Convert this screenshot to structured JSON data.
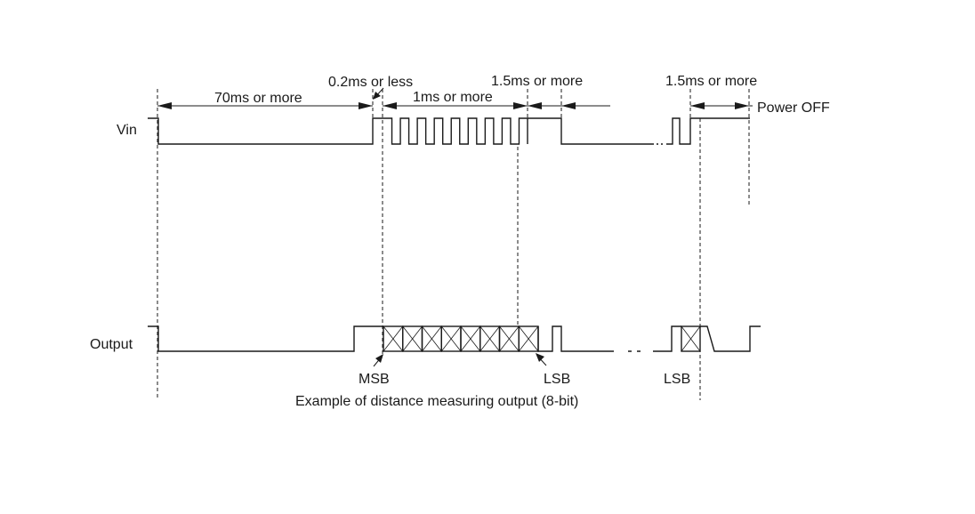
{
  "diagram": {
    "signals": {
      "vin": "Vin",
      "output": "Output"
    },
    "timing": {
      "t_70ms": "70ms or more",
      "t_02ms": "0.2ms or less",
      "t_1ms": "1ms or more",
      "t_15ms_a": "1.5ms or more",
      "t_15ms_b": "1.5ms or more",
      "power_off": "Power OFF"
    },
    "bits": {
      "msb": "MSB",
      "lsb_a": "LSB",
      "lsb_b": "LSB"
    },
    "caption": "Example of distance measuring output (8-bit)",
    "bit_count": 8,
    "vin_pulses": 8
  }
}
